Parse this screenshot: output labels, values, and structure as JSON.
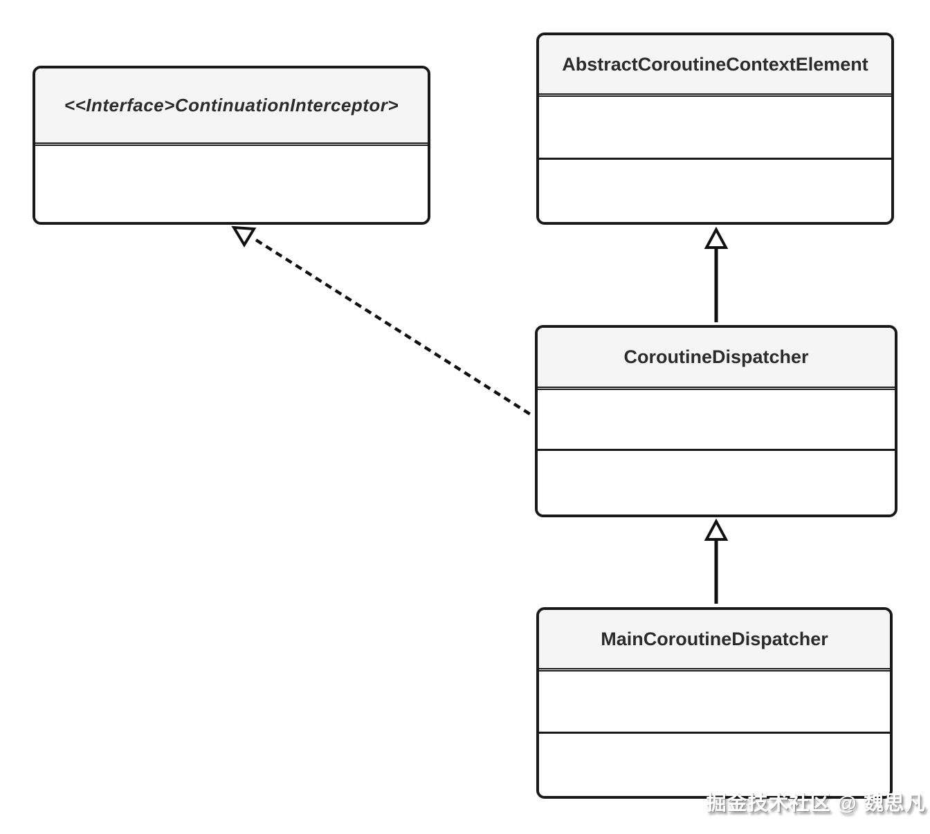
{
  "diagram": {
    "type": "uml-class-diagram",
    "classes": [
      {
        "id": "continuation-interceptor",
        "title": "<<Interface>ContinuationInterceptor>",
        "kind": "interface",
        "compartments": 1
      },
      {
        "id": "abstract-coroutine-context-element",
        "title": "AbstractCoroutineContextElement",
        "kind": "class",
        "compartments": 2
      },
      {
        "id": "coroutine-dispatcher",
        "title": "CoroutineDispatcher",
        "kind": "class",
        "compartments": 2
      },
      {
        "id": "main-coroutine-dispatcher",
        "title": "MainCoroutineDispatcher",
        "kind": "class",
        "compartments": 2
      }
    ],
    "relations": [
      {
        "from": "CoroutineDispatcher",
        "to": "<<Interface>ContinuationInterceptor>",
        "type": "realization",
        "line": "dashed",
        "arrowhead": "hollow-triangle"
      },
      {
        "from": "CoroutineDispatcher",
        "to": "AbstractCoroutineContextElement",
        "type": "inheritance",
        "line": "solid",
        "arrowhead": "hollow-triangle"
      },
      {
        "from": "MainCoroutineDispatcher",
        "to": "CoroutineDispatcher",
        "type": "inheritance",
        "line": "solid",
        "arrowhead": "hollow-triangle"
      }
    ]
  },
  "watermark": {
    "text": "掘金技术社区 @ 魏思凡"
  },
  "colors": {
    "border": "#191919",
    "header_fill": "#f5f5f5",
    "body_fill": "#ffffff",
    "text": "#2b2b2b",
    "background": "#ffffff"
  }
}
